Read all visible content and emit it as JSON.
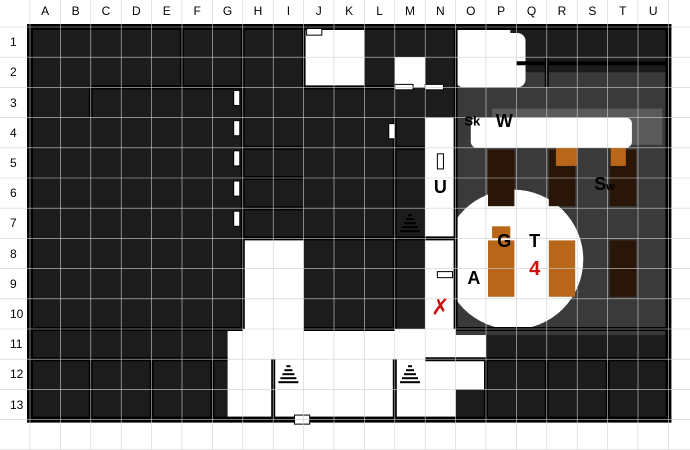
{
  "grid": {
    "columns": [
      "A",
      "B",
      "C",
      "D",
      "E",
      "F",
      "G",
      "H",
      "I",
      "J",
      "K",
      "L",
      "M",
      "N",
      "O",
      "P",
      "Q",
      "R",
      "S",
      "T",
      "U"
    ],
    "rows": [
      "1",
      "2",
      "3",
      "4",
      "5",
      "6",
      "7",
      "8",
      "9",
      "10",
      "11",
      "12",
      "13"
    ]
  },
  "labels": [
    {
      "id": "sk",
      "text": "Sk",
      "col": 14.55,
      "row": 3.1,
      "size": "small"
    },
    {
      "id": "w",
      "text": "W",
      "col": 15.6,
      "row": 3.1
    },
    {
      "id": "u",
      "text": "U",
      "col": 13.5,
      "row": 5.3
    },
    {
      "id": "sw",
      "text": "S",
      "sub": "w",
      "col": 18.9,
      "row": 5.2
    },
    {
      "id": "g",
      "text": "G",
      "col": 15.6,
      "row": 7.1
    },
    {
      "id": "t",
      "text": "T",
      "col": 16.6,
      "row": 7.1
    },
    {
      "id": "four",
      "text": "4",
      "col": 16.6,
      "row": 8.0,
      "style": "red"
    },
    {
      "id": "a",
      "text": "A",
      "col": 14.6,
      "row": 8.3
    }
  ],
  "markers": [
    {
      "id": "target-x",
      "glyph": "✗",
      "col": 13.5,
      "row": 9.3
    }
  ],
  "colors": {
    "wall": "#000000",
    "dark": "#1c1c1c",
    "fog": "#3a3a3a",
    "fog_light": "#5a5a5a",
    "lit": "#ffffff",
    "table": "#b8661a",
    "table_dark": "#2a1608",
    "grid": "#cfcfcf",
    "marker": "#cc1111"
  }
}
